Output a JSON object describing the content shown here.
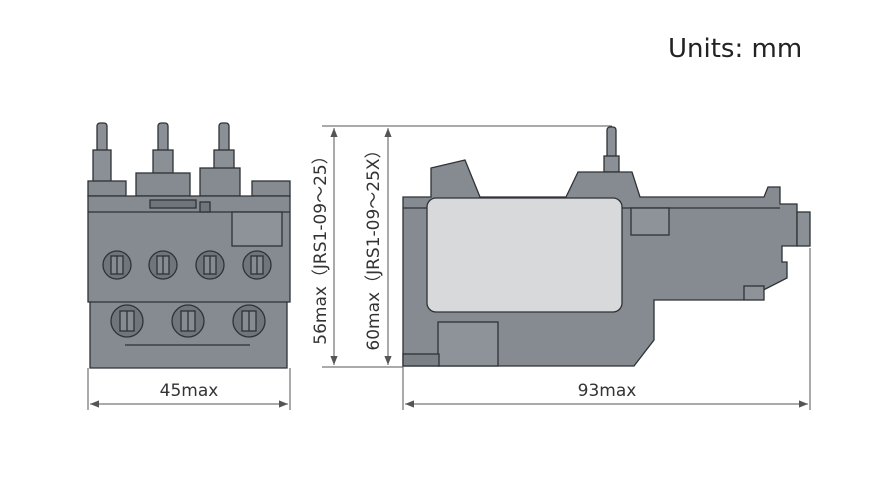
{
  "units_label": "Units: mm",
  "dimensions": {
    "width_front": "45max",
    "length_side": "93max",
    "height_a": "56max（JRS1-09～25）",
    "height_b": "60max（JRS1-09～25X）"
  },
  "colors": {
    "body": "#858b90",
    "outline": "#2e3236",
    "window": "#d8d9db",
    "dimension_line": "#555555"
  }
}
